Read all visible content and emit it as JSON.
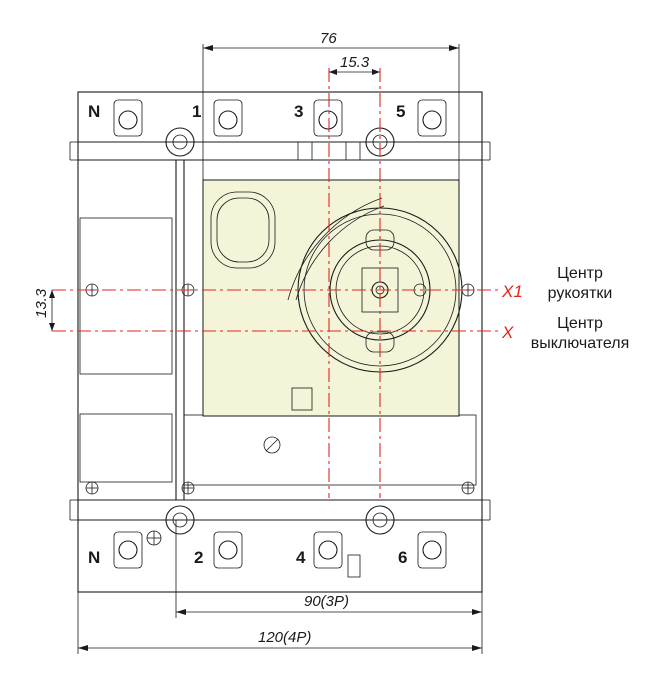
{
  "dimensions": {
    "width_top": "76",
    "offset_top": "15.3",
    "offset_left": "13.3",
    "width_3p": "90(3P)",
    "width_4p": "120(4P)"
  },
  "terminals": {
    "top": [
      "N",
      "1",
      "3",
      "5"
    ],
    "bottom": [
      "N",
      "2",
      "4",
      "6"
    ]
  },
  "axes": {
    "handle_axis": "X1",
    "breaker_axis": "X"
  },
  "notes": {
    "handle_center_line1": "Центр",
    "handle_center_line2": "рукоятки",
    "breaker_center_line1": "Центр",
    "breaker_center_line2": "выключателя"
  },
  "colors": {
    "axis_red": "#e1261c",
    "panel_fill": "#f4f4d8",
    "line": "#1a1a1a"
  }
}
